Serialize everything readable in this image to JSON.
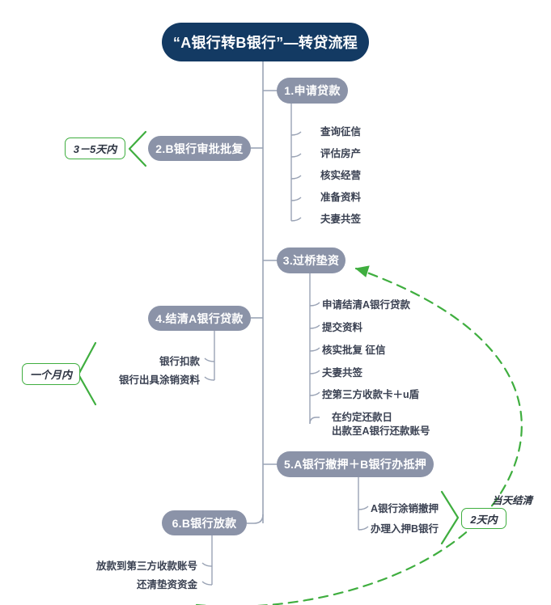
{
  "diagram": {
    "title": "“A银行转B银行”—转贷流程",
    "colors": {
      "root_fill": "#133a63",
      "node_fill": "#8b93a8",
      "node_text": "#ffffff",
      "leaf_text": "#3a4152",
      "connector": "#9aa3b5",
      "accent_green": "#3fae3f"
    },
    "steps": [
      {
        "id": "step1",
        "label": "1.申请贷款",
        "side": "right",
        "children": [
          "查询征信",
          "评估房产",
          "核实经营",
          "准备资料",
          "夫妻共签"
        ]
      },
      {
        "id": "step2",
        "label": "2.B银行审批批复",
        "side": "left",
        "children": [],
        "tag": "3－5天内"
      },
      {
        "id": "step3",
        "label": "3.过桥垫资",
        "side": "right",
        "children": [
          "申请结清A银行贷款",
          "提交资料",
          "核实批复 征信",
          "夫妻共签",
          "控第三方收款卡＋u盾",
          "在约定还款日\n出款至A银行还款账号"
        ]
      },
      {
        "id": "step4",
        "label": "4.结清A银行贷款",
        "side": "left",
        "children": [
          "银行扣款",
          "银行出具涂销资料"
        ],
        "tag": "一个月内"
      },
      {
        "id": "step5",
        "label": "5.A银行撤押＋B银行办抵押",
        "side": "right",
        "children": [
          "A银行涂销撤押",
          "办理入押B银行"
        ],
        "tag": "2天内"
      },
      {
        "id": "step6",
        "label": "6.B银行放款",
        "side": "left",
        "children": [
          "放款到第三方收款账号",
          "还清垫资资金"
        ]
      }
    ],
    "annotations": {
      "same_day": "当天结清"
    }
  }
}
